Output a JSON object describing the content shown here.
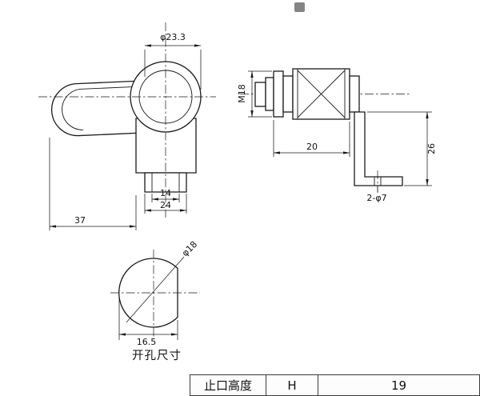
{
  "drawing": {
    "front_view": {
      "dim_top_diameter": "φ23.3",
      "dim_inner_width": "14",
      "dim_outer_width": "24",
      "dim_handle_length": "37"
    },
    "side_view": {
      "thread_spec": "M18",
      "dim_body_length": "20",
      "dim_bracket_height": "26",
      "hole_spec": "2-φ7"
    },
    "cutout_view": {
      "dim_hole_diameter": "φ18",
      "dim_flat_width": "16.5",
      "caption": "开孔尺寸"
    }
  },
  "spec_table": {
    "name_cell": "止口高度",
    "symbol_cell": "H",
    "value_cell": "19"
  },
  "colors": {
    "line": "#1a1a1a",
    "table_border": "#3a3a3a"
  }
}
